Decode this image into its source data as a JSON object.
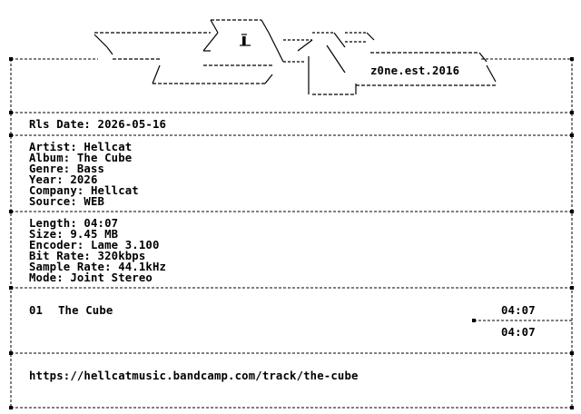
{
  "logo": {
    "group_text": "z0ne.est.2016"
  },
  "release": {
    "date_line": "Rls Date: 2026-05-16"
  },
  "meta": [
    "Artist: Hellcat",
    "Album: The Cube",
    "Genre: Bass",
    "Year: 2026",
    "Company: Hellcat",
    "Source: WEB"
  ],
  "audio": [
    "Length: 04:07",
    "Size: 9.45 MB",
    "Encoder: Lame 3.100",
    "Bit Rate: 320kbps",
    "Sample Rate: 44.1kHz",
    "Mode: Joint Stereo"
  ],
  "tracklist": {
    "tracks": [
      {
        "number": "01",
        "title": "The Cube",
        "length": "04:07"
      }
    ],
    "total": "04:07"
  },
  "link": {
    "url": "https://hellcatmusic.bandcamp.com/track/the-cube"
  },
  "colors": {
    "background": "#ffffff",
    "text": "#000000"
  }
}
